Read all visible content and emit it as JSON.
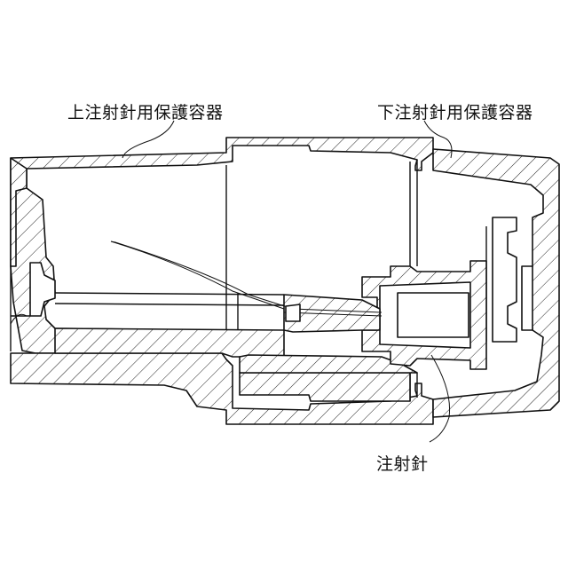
{
  "diagram": {
    "labels": {
      "upper_container": "上注射針用保護容器",
      "lower_container": "下注射針用保護容器",
      "needle": "注射針"
    }
  }
}
